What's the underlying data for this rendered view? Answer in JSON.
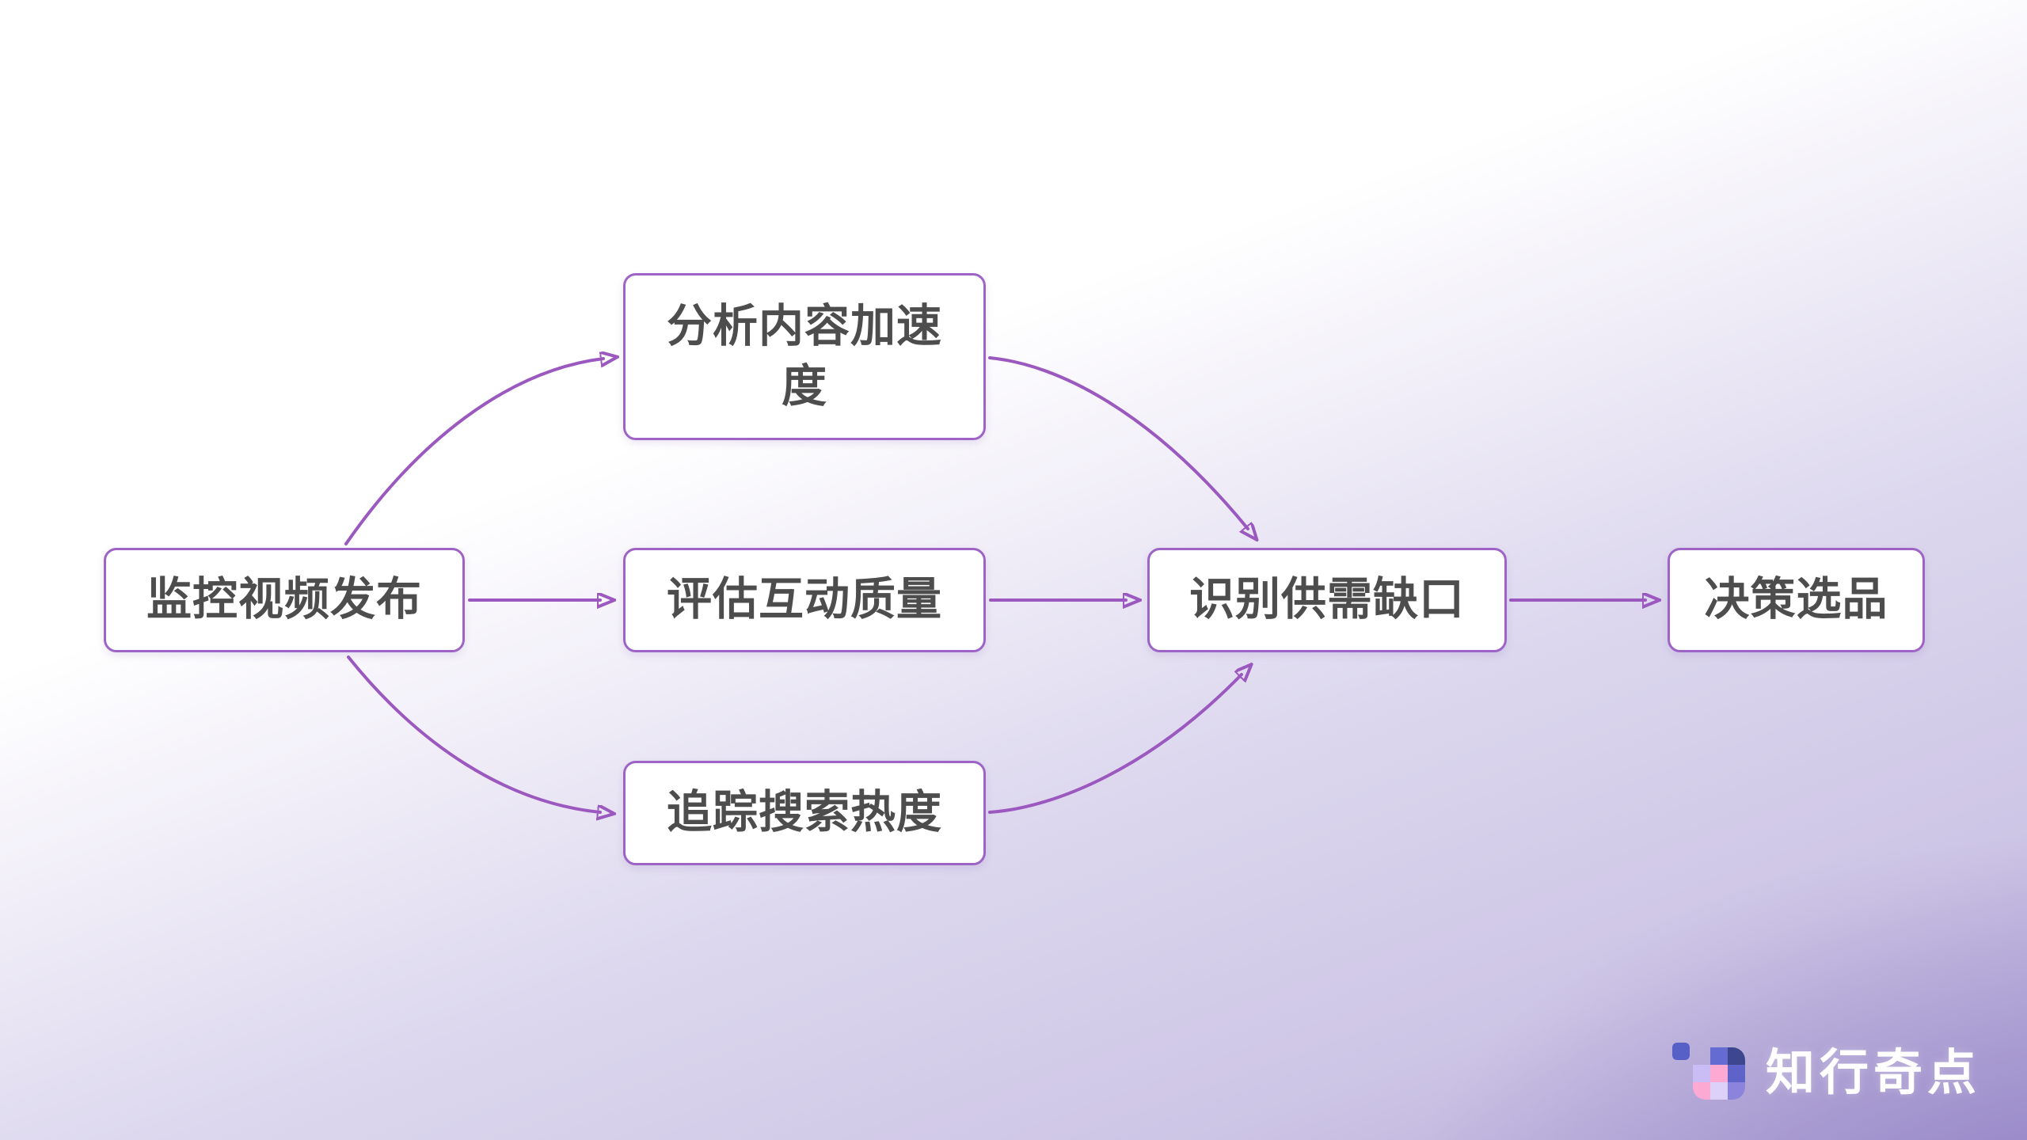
{
  "page": {
    "background_top_color": "#ffffff",
    "background_bottom_left_color": "#dcd7ee",
    "background_bottom_right_color": "#9a8ec7"
  },
  "flowchart": {
    "accent_color": "#9b59c0",
    "node_border_color": "#9d63c5",
    "node_text_color": "#4d4d4d",
    "nodes": [
      {
        "id": "monitor",
        "label": "监控视频发布"
      },
      {
        "id": "accel",
        "label": "分析内容加速度"
      },
      {
        "id": "quality",
        "label": "评估互动质量"
      },
      {
        "id": "search",
        "label": "追踪搜索热度"
      },
      {
        "id": "gap",
        "label": "识别供需缺口"
      },
      {
        "id": "decide",
        "label": "决策选品"
      }
    ],
    "edges": [
      {
        "from": "监控视频发布",
        "to": "分析内容加速度"
      },
      {
        "from": "监控视频发布",
        "to": "评估互动质量"
      },
      {
        "from": "监控视频发布",
        "to": "追踪搜索热度"
      },
      {
        "from": "分析内容加速度",
        "to": "识别供需缺口"
      },
      {
        "from": "评估互动质量",
        "to": "识别供需缺口"
      },
      {
        "from": "追踪搜索热度",
        "to": "识别供需缺口"
      },
      {
        "from": "识别供需缺口",
        "to": "决策选品"
      }
    ]
  },
  "brand": {
    "name": "知行奇点",
    "icon": "pixel-grid-logo-icon",
    "icon_colors": [
      "#3c478f",
      "#5d63c8",
      "#8b84dc",
      "#cabcf5",
      "#fcaad3",
      "#ddd1f9"
    ],
    "text_color": "#ffffff"
  }
}
